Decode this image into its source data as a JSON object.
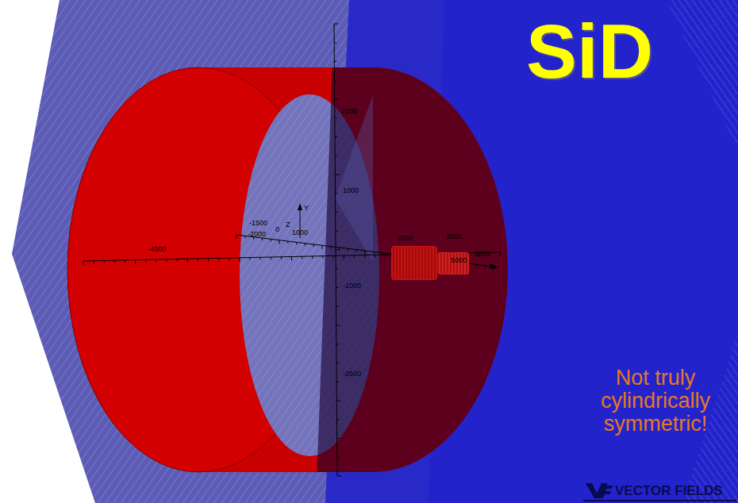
{
  "diagram": {
    "title": "SiD",
    "labels": [
      "-4000",
      "-1500",
      "-2000",
      "0",
      "Z",
      "1000",
      "Y",
      "2500",
      "1000",
      "-1000",
      "-2500",
      "2000",
      "2000",
      "5000",
      "6000",
      "Not truly cylindrically symmetric!",
      "VECTOR FIELDS"
    ]
  }
}
